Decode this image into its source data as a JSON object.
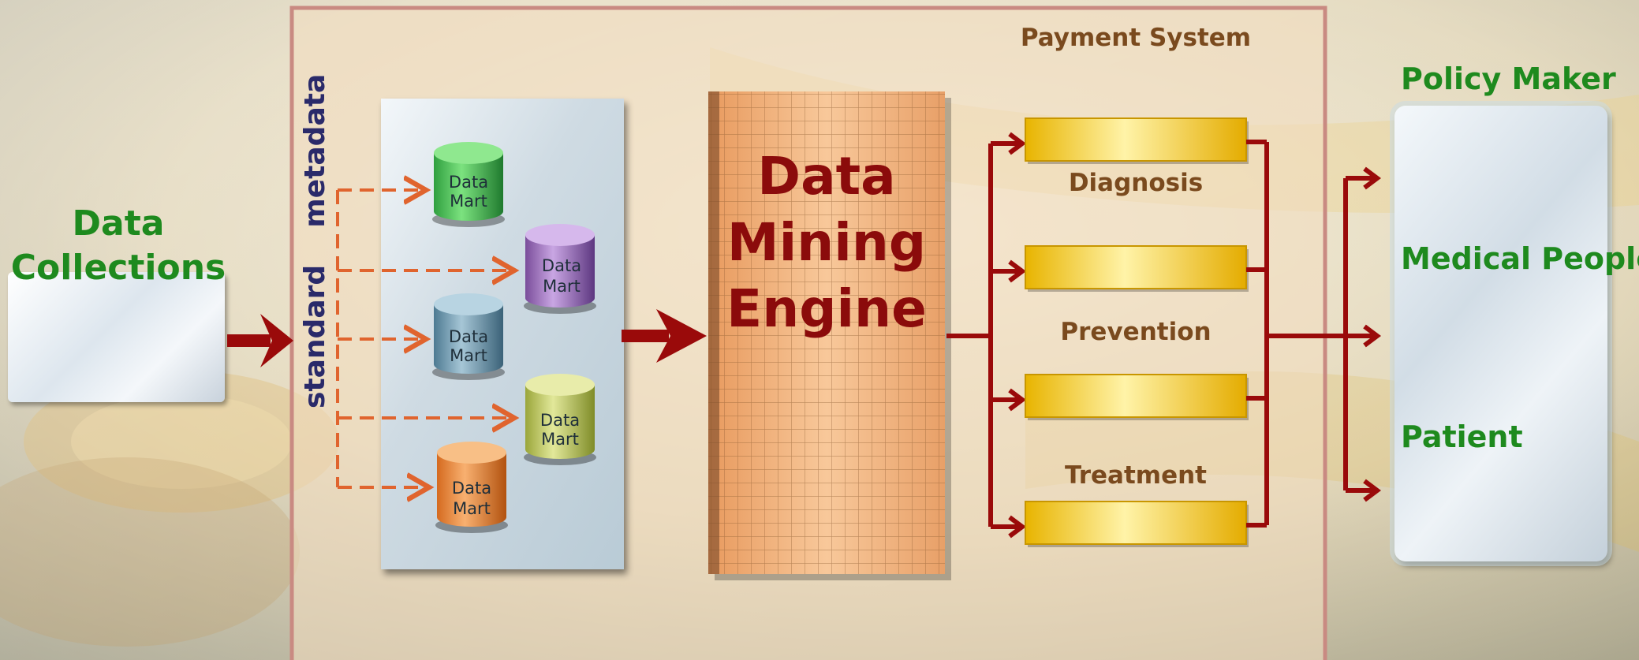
{
  "colors": {
    "green_label": "#1e8a1e",
    "brown_label": "#7a4a1e",
    "engine_title": "#8b0b0b",
    "flow_arrow": "#9a0a0a",
    "dashed_arrow": "#e0642e",
    "metadata_text": "#2a2a6a",
    "bar_gold": "#f2c40e"
  },
  "data_collections": {
    "line1": "Data",
    "line2": "Collections"
  },
  "metadata": {
    "standard": "standard",
    "metadata": "metadata"
  },
  "data_marts": [
    {
      "label1": "Data",
      "label2": "Mart",
      "color": "green"
    },
    {
      "label1": "Data",
      "label2": "Mart",
      "color": "purple"
    },
    {
      "label1": "Data",
      "label2": "Mart",
      "color": "steel-blue"
    },
    {
      "label1": "Data",
      "label2": "Mart",
      "color": "yellow-green"
    },
    {
      "label1": "Data",
      "label2": "Mart",
      "color": "orange"
    }
  ],
  "engine": {
    "line1": "Data",
    "line2": "Mining",
    "line3": "Engine"
  },
  "payment_system": {
    "title": "Payment System",
    "labels": [
      "Diagnosis",
      "Prevention",
      "Treatment"
    ]
  },
  "users": {
    "title": "Policy Maker",
    "items": [
      "Medical People",
      "Patient"
    ]
  }
}
